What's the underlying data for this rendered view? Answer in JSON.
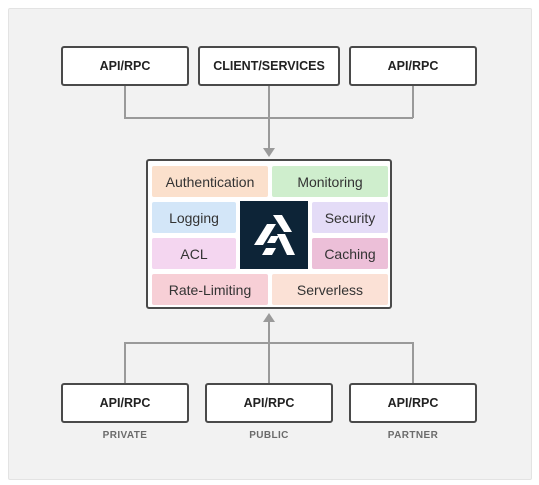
{
  "top_boxes": [
    {
      "label": "API/RPC"
    },
    {
      "label": "CLIENT/SERVICES"
    },
    {
      "label": "API/RPC"
    }
  ],
  "bottom_boxes": [
    {
      "label": "API/RPC",
      "caption": "PRIVATE"
    },
    {
      "label": "API/RPC",
      "caption": "PUBLIC"
    },
    {
      "label": "API/RPC",
      "caption": "PARTNER"
    }
  ],
  "gateway": {
    "tiles": [
      {
        "label": "Authentication",
        "color": "#fbe0cc"
      },
      {
        "label": "Monitoring",
        "color": "#cfeecd"
      },
      {
        "label": "Logging",
        "color": "#d3e6f8"
      },
      {
        "label": "Security",
        "color": "#e4dcf7"
      },
      {
        "label": "ACL",
        "color": "#f4d6f0"
      },
      {
        "label": "Caching",
        "color": "#ecbfd8"
      },
      {
        "label": "Rate-Limiting",
        "color": "#f7cfd6"
      },
      {
        "label": "Serverless",
        "color": "#fbe1d6"
      }
    ],
    "logo": {
      "icon": "gorilla-logo-icon",
      "background": "#0d2437"
    }
  },
  "colors": {
    "panel_background": "#f2f2f2",
    "box_border": "#4a4a4a",
    "connector": "#9a9a9a"
  }
}
